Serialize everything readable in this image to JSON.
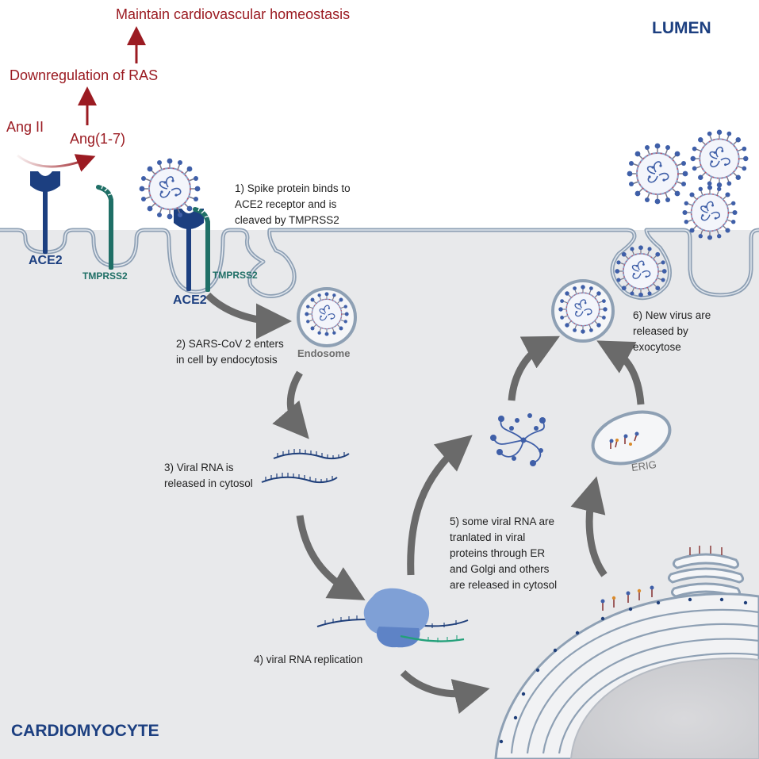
{
  "lumen_label": "LUMEN",
  "cardiomyocyte_label": "CARDIOMYOCYTE",
  "ras_pathway": {
    "outcome": "Maintain cardiovascular homeostasis",
    "downregulation": "Downregulation of RAS",
    "ang_ii": "Ang II",
    "ang_1_7": "Ang(1-7)"
  },
  "membrane_labels": {
    "ace2_left": "ACE2",
    "tmprss2_left": "TMPRSS2",
    "ace2_mid": "ACE2",
    "tmprss2_mid": "TMPRSS2"
  },
  "organelles": {
    "endosome": "Endosome",
    "erig": "ERIG"
  },
  "steps": [
    {
      "lines": [
        "1) Spike protein binds to",
        "ACE2 receptor and is",
        "cleaved by TMPRSS2"
      ]
    },
    {
      "lines": [
        "2) SARS-CoV 2 enters",
        "in cell by endocytosis"
      ]
    },
    {
      "lines": [
        "3) Viral RNA is",
        "released in cytosol"
      ]
    },
    {
      "lines": [
        "4) viral RNA replication"
      ]
    },
    {
      "lines": [
        "5) some viral RNA are",
        "tranlated in viral",
        "proteins through ER",
        "and Golgi and others",
        "are released in cytosol"
      ]
    },
    {
      "lines": [
        "6) New virus are",
        "released by",
        "exocytose"
      ]
    }
  ],
  "colors": {
    "cytosol": "#e8e9eb",
    "membrane": "#8ea0b4",
    "ras_red": "#9b1b22",
    "ace2_navy": "#1c3f80",
    "tmprss2_teal": "#1f6f66",
    "arrow_grey": "#6a6a6a",
    "virus_blue": "#3f5fa8",
    "rna_teal": "#23a07a"
  }
}
